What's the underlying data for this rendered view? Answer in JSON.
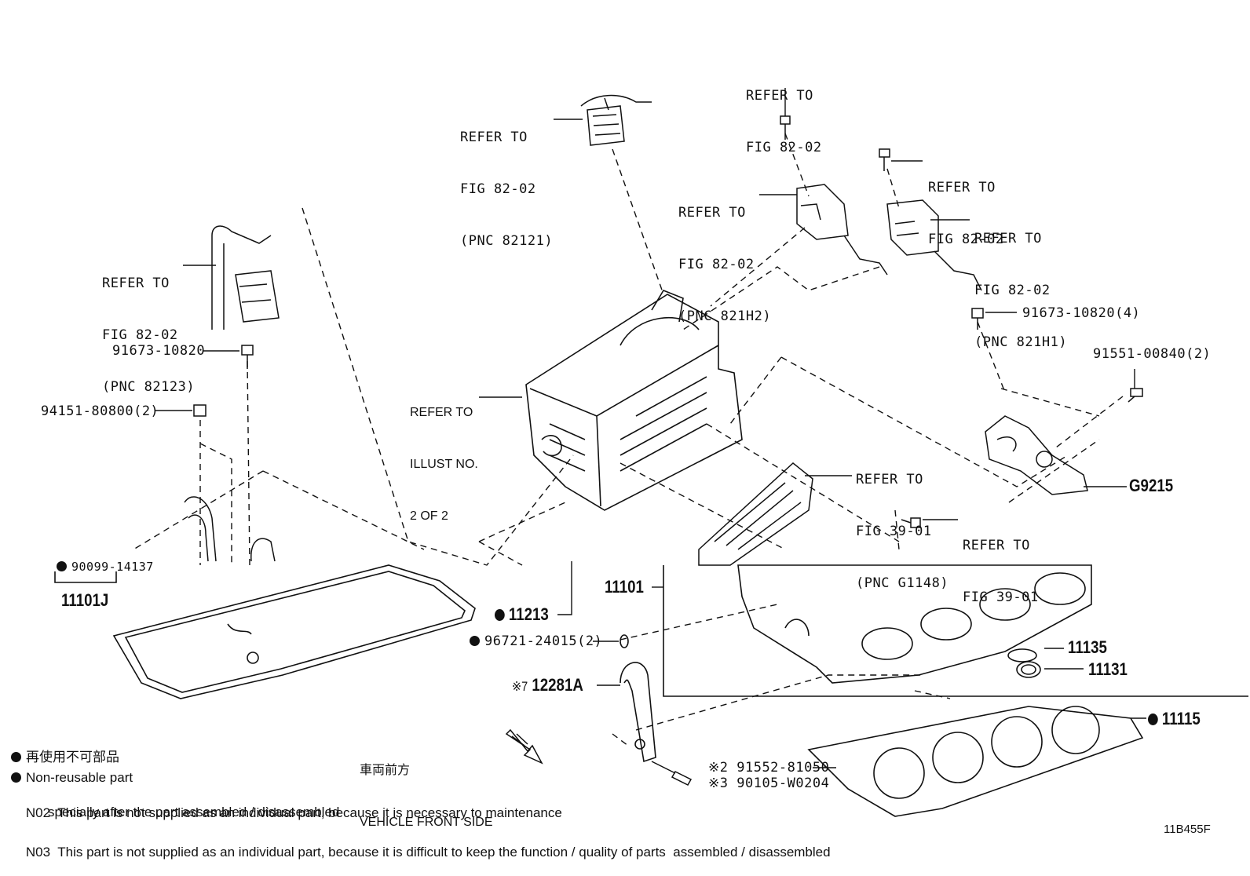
{
  "callouts": {
    "ref_82121": [
      "REFER TO",
      "FIG 82-02",
      "(PNC 82121)"
    ],
    "ref_top": [
      "REFER TO",
      "FIG 82-02"
    ],
    "ref_82123": [
      "REFER TO",
      "FIG 82-02",
      "(PNC 82123)"
    ],
    "ref_821h2": [
      "REFER TO",
      "FIG 82-02",
      "(PNC 821H2)"
    ],
    "ref_right_top": [
      "REFER TO",
      "FIG 82-02"
    ],
    "ref_821h1": [
      "REFER TO",
      "FIG 82-02",
      "(PNC 821H1)"
    ],
    "ref_illust": [
      "REFER TO",
      "ILLUST NO.",
      "2 OF 2"
    ],
    "ref_g1148": [
      "REFER TO",
      "FIG 39-01",
      "(PNC G1148)"
    ],
    "ref_39_01": [
      "REFER TO",
      "FIG 39-01"
    ]
  },
  "parts": {
    "p_91673_a": "91673-10820",
    "p_91673_b": "91673-10820(4)",
    "p_94151": "94151-80800(2)",
    "p_91551": "91551-00840(2)",
    "p_g9215": "G9215",
    "p_90099": "90099-14137",
    "p_11101j": "11101J",
    "p_11213": "11213",
    "p_96721": "96721-24015(2)",
    "p_11101": "11101",
    "p_11135": "11135",
    "p_11131": "11131",
    "p_12281a_prefix": "※7",
    "p_12281a": "12281A",
    "p_11115": "11115",
    "p_91552_prefix": "※2",
    "p_91552": "91552-81050",
    "p_90105_prefix": "※3",
    "p_90105": "90105-W0204"
  },
  "front": {
    "jp": "車両前方",
    "en": "VEHICLE FRONT SIDE"
  },
  "legend": {
    "jp": "再使用不可部品",
    "en": "Non-reusable part",
    "n02_code": "N02",
    "n02_line1": "This part is not supplied as an individual part, because it is necessary to maintenance",
    "n02_line2": "specially after the part assembled / disassembled",
    "n03_code": "N03",
    "n03_text": "This part is not supplied as an individual part, because it is difficult to keep the function / quality of parts  assembled / disassembled"
  },
  "illustration_id": "11B455F"
}
